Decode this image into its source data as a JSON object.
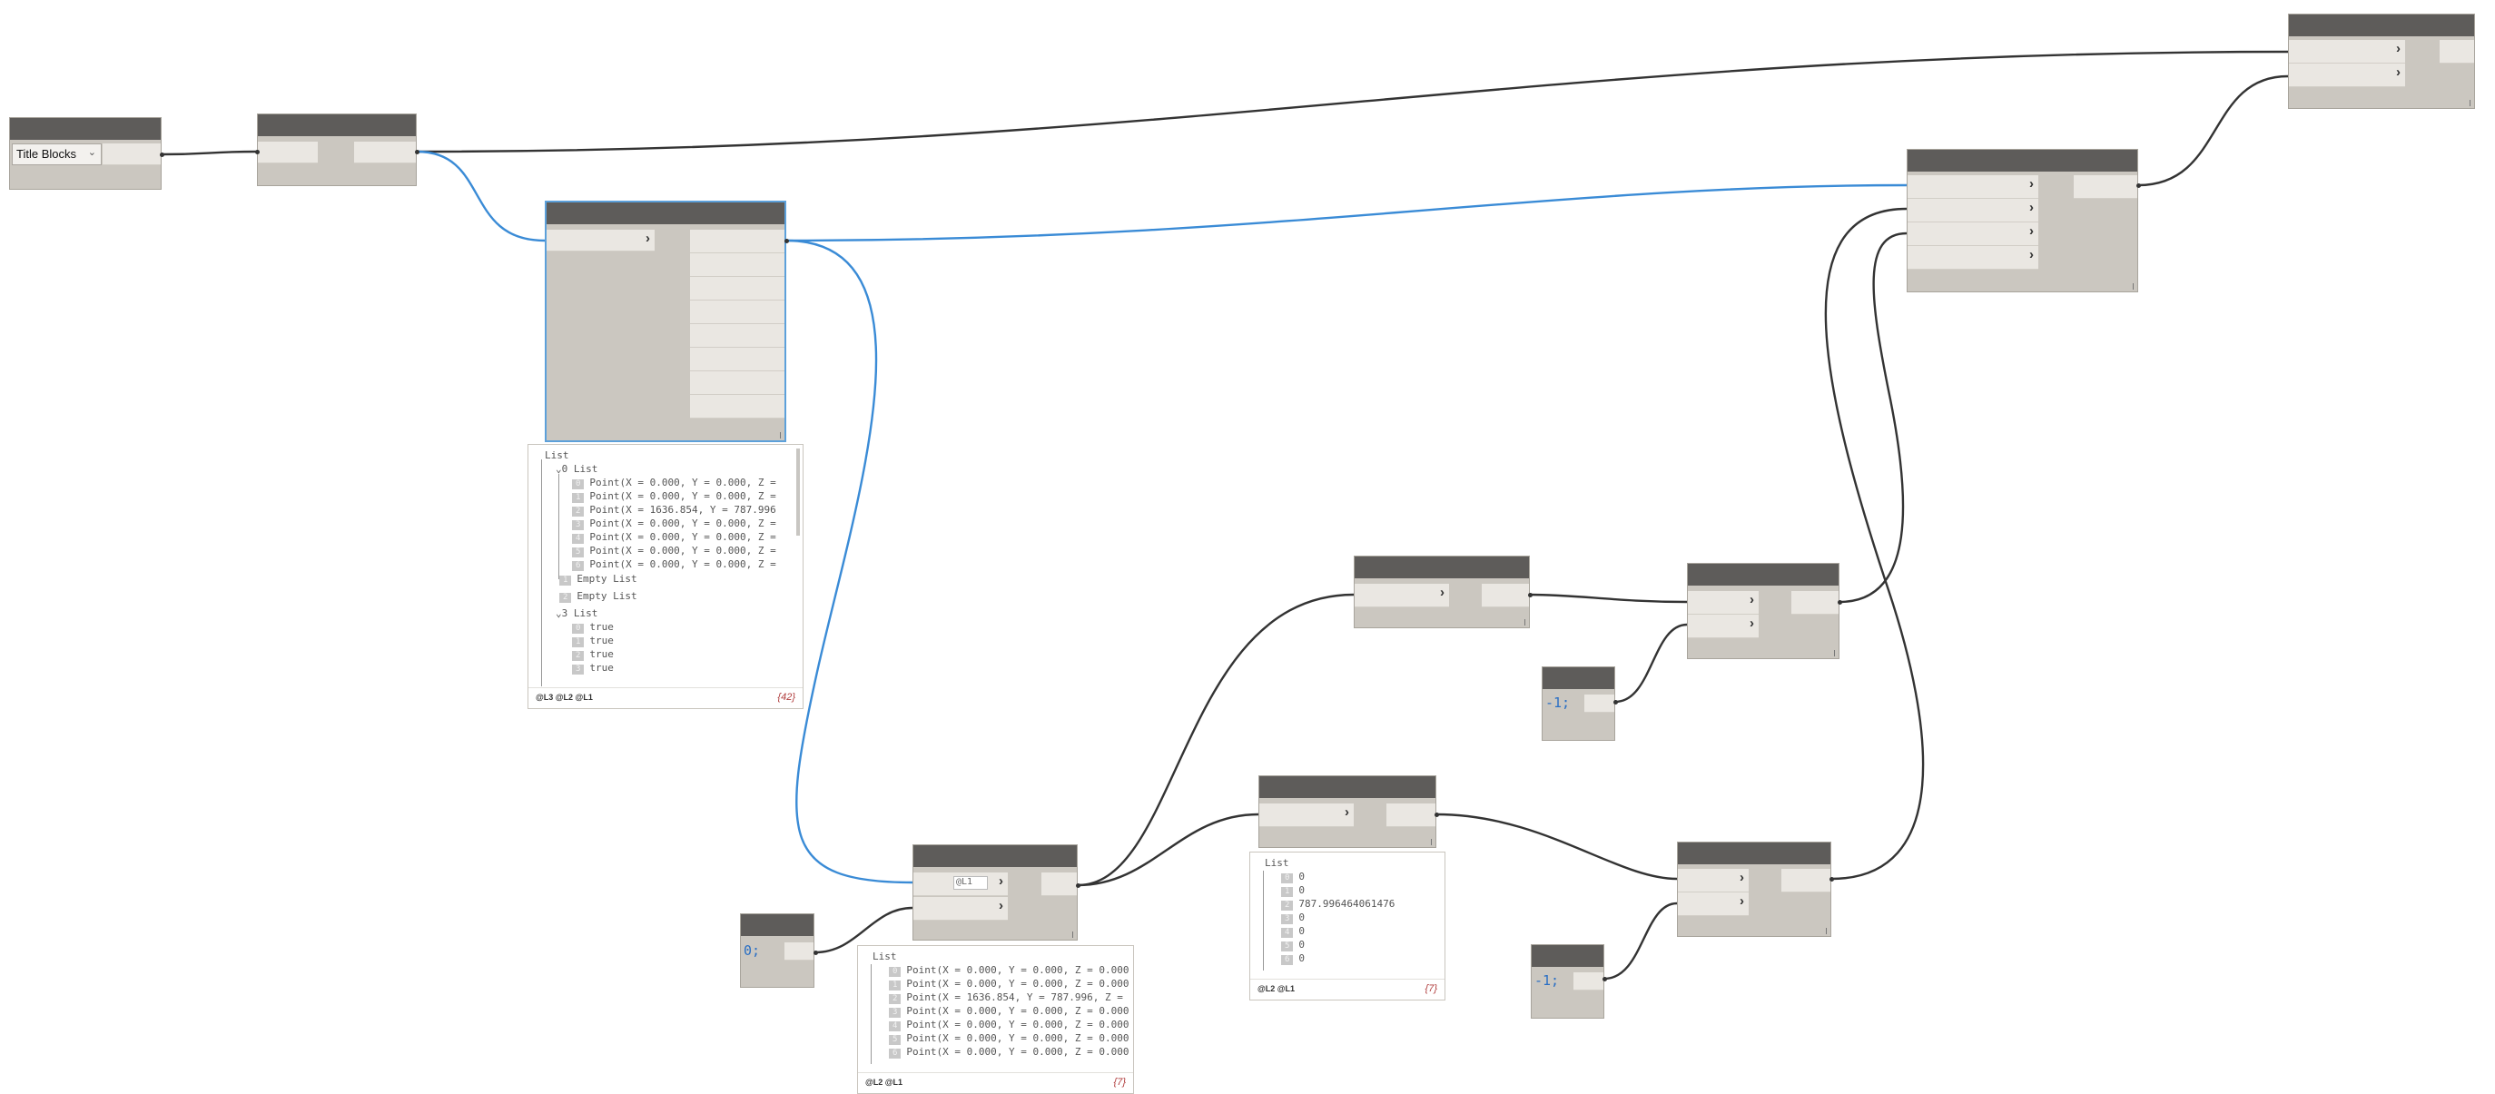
{
  "canvas": {
    "wire_color": "#333333",
    "selected_wire_color": "#3a8bd6",
    "node_body_color": "#cbc7c0",
    "node_header_color": "#5e5c5a"
  },
  "title_blocks_node": {
    "dropdown_value": "Title Blocks",
    "chevron_icon": "chevron-down-icon"
  },
  "code_blocks": {
    "zero": "0;",
    "minus_one_a": "-1;",
    "minus_one_b": "-1;"
  },
  "list_at_level_node": {
    "level_value": "@L1"
  },
  "watch_large": {
    "root": "List",
    "sub0": "0 List",
    "points": [
      {
        "i": "0",
        "t": "Point(X = 0.000, Y = 0.000, Z ="
      },
      {
        "i": "1",
        "t": "Point(X = 0.000, Y = 0.000, Z ="
      },
      {
        "i": "2",
        "t": "Point(X = 1636.854, Y = 787.996"
      },
      {
        "i": "3",
        "t": "Point(X = 0.000, Y = 0.000, Z ="
      },
      {
        "i": "4",
        "t": "Point(X = 0.000, Y = 0.000, Z ="
      },
      {
        "i": "5",
        "t": "Point(X = 0.000, Y = 0.000, Z ="
      },
      {
        "i": "6",
        "t": "Point(X = 0.000, Y = 0.000, Z ="
      }
    ],
    "empty1_idx": "1",
    "empty1": "Empty List",
    "empty2_idx": "2",
    "empty2": "Empty List",
    "sub3": "3 List",
    "bools": [
      {
        "i": "0",
        "t": "true"
      },
      {
        "i": "1",
        "t": "true"
      },
      {
        "i": "2",
        "t": "true"
      },
      {
        "i": "3",
        "t": "true"
      }
    ],
    "levels": "@L3 @L2 @L1",
    "count": "{42}"
  },
  "watch_points": {
    "root": "List",
    "items": [
      {
        "i": "0",
        "t": "Point(X = 0.000, Y = 0.000, Z = 0.000"
      },
      {
        "i": "1",
        "t": "Point(X = 0.000, Y = 0.000, Z = 0.000"
      },
      {
        "i": "2",
        "t": "Point(X = 1636.854, Y = 787.996, Z ="
      },
      {
        "i": "3",
        "t": "Point(X = 0.000, Y = 0.000, Z = 0.000"
      },
      {
        "i": "4",
        "t": "Point(X = 0.000, Y = 0.000, Z = 0.000"
      },
      {
        "i": "5",
        "t": "Point(X = 0.000, Y = 0.000, Z = 0.000"
      },
      {
        "i": "6",
        "t": "Point(X = 0.000, Y = 0.000, Z = 0.000"
      }
    ],
    "levels": "@L2 @L1",
    "count": "{7}"
  },
  "watch_numbers": {
    "root": "List",
    "items": [
      {
        "i": "0",
        "t": "0"
      },
      {
        "i": "1",
        "t": "0"
      },
      {
        "i": "2",
        "t": "787.996464061476"
      },
      {
        "i": "3",
        "t": "0"
      },
      {
        "i": "4",
        "t": "0"
      },
      {
        "i": "5",
        "t": "0"
      },
      {
        "i": "6",
        "t": "0"
      }
    ],
    "levels": "@L2 @L1",
    "count": "{7}"
  }
}
